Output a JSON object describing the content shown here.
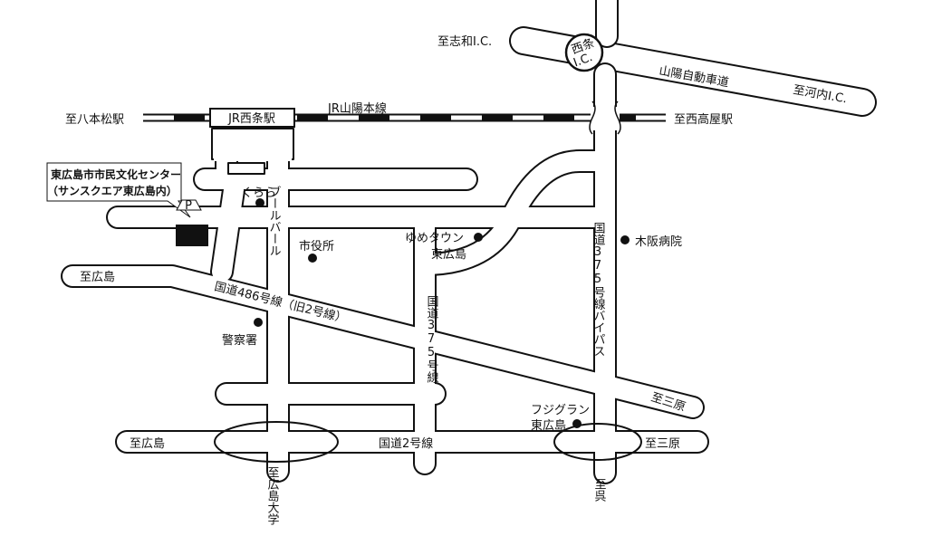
{
  "title": "東広島市市民文化センター 周辺地図",
  "colors": {
    "ink": "#111111",
    "background": "#ffffff"
  },
  "facility": {
    "name": "東広島市市民文化センター",
    "sub": "（サンスクエア東広島内）",
    "parking": "P"
  },
  "railway": {
    "name": "JR山陽本線",
    "station": "JR西条駅",
    "west": "至八本松駅",
    "east": "至西高屋駅"
  },
  "expressway": {
    "name": "山陽自動車道",
    "ic_line1": "西条",
    "ic_line2": "I.C.",
    "west": "至志和I.C.",
    "east": "至河内I.C."
  },
  "roads": {
    "boulevard": "ブールバール",
    "r486": "国道486号線（旧2号線）",
    "r375": "国道375号線",
    "r375_bypass": "国道375号線バイパス",
    "r2": "国道2号線"
  },
  "destinations": {
    "hiroshima_486": "至広島",
    "mihara_486": "至三原",
    "hiroshima_2": "至広島",
    "mihara_2": "至三原",
    "hiroshima_univ": "至広島大学",
    "kure": "至呉"
  },
  "landmarks": {
    "kurara": "くらら",
    "city_hall": "市役所",
    "youme_line1": "ゆめタウン",
    "youme_line2": "東広島",
    "hospital": "木阪病院",
    "police": "警察署",
    "fuji_line1": "フジグラン",
    "fuji_line2": "東広島"
  }
}
